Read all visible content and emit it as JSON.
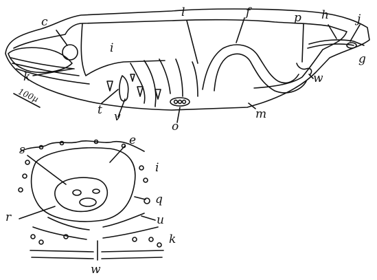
{
  "figure": {
    "top_labels": {
      "c": "c",
      "i": "i",
      "l": "l",
      "f": "f",
      "p": "p",
      "h": "h",
      "j": "j",
      "g": "g",
      "k": "k",
      "t": "t",
      "v": "v",
      "o": "o",
      "m": "m",
      "w": "w"
    },
    "scale_bar": "100µ",
    "bottom_labels": {
      "s": "s",
      "e": "e",
      "i": "i",
      "q": "q",
      "r": "r",
      "u": "u",
      "k": "k",
      "w": "w"
    }
  },
  "colors": {
    "ink": "#111111",
    "paper": "#ffffff"
  }
}
